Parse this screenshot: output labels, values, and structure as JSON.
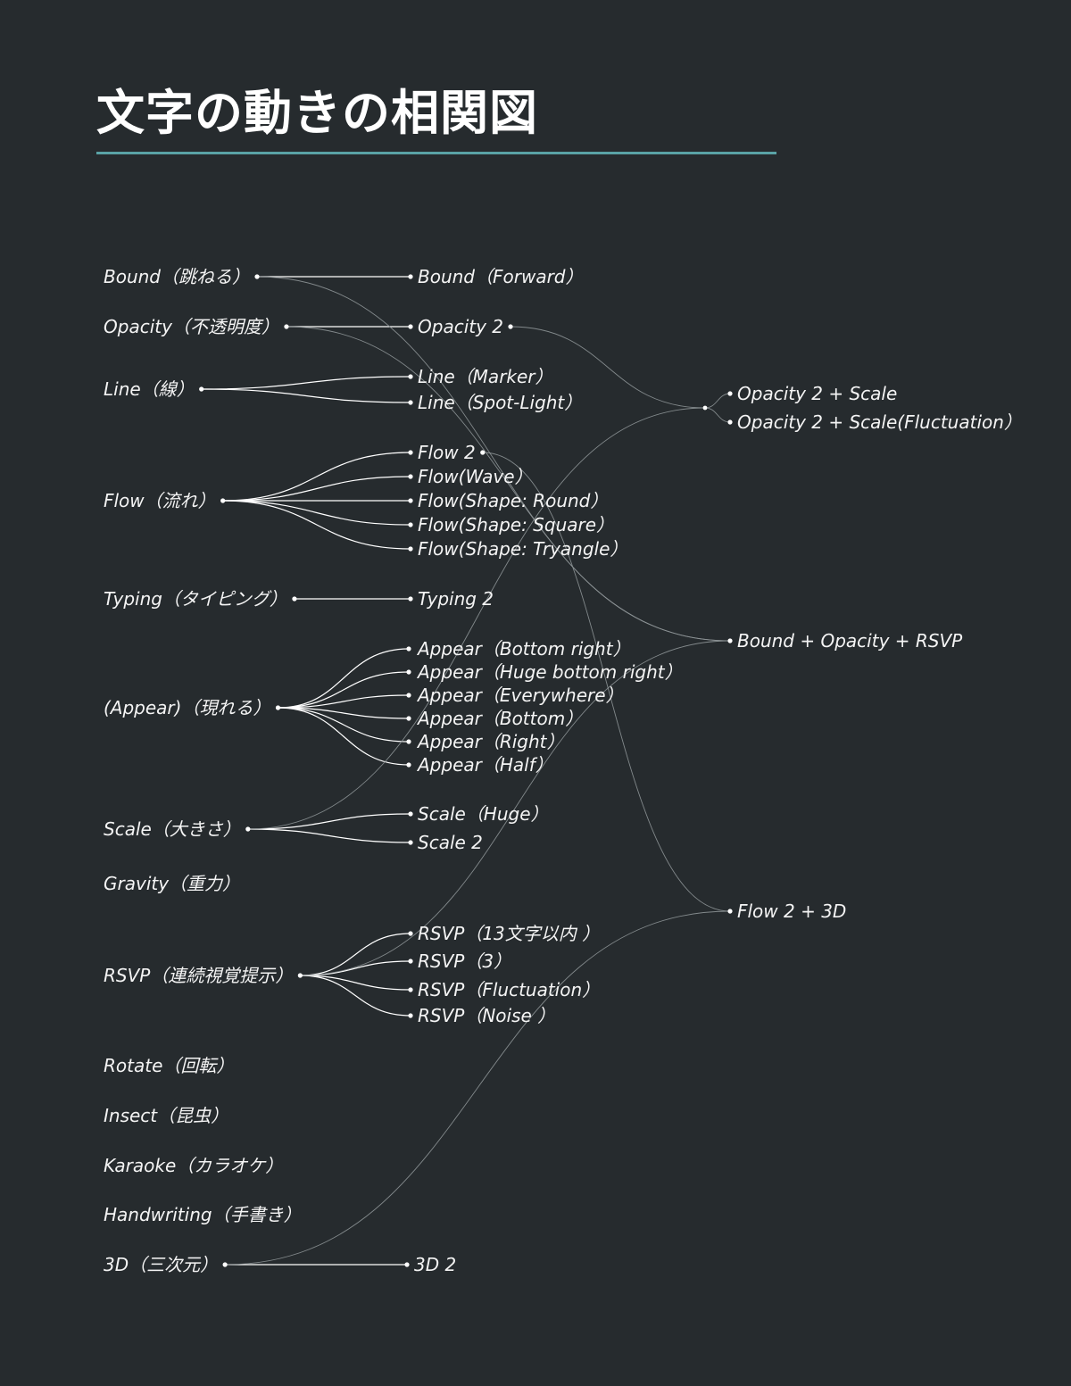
{
  "title": "文字の動きの相関図",
  "colors": {
    "background": "#262b2e",
    "accent_rule": "#5aa3a6",
    "text": "#f4f4f4"
  },
  "nodes": {
    "bound": "Bound（跳ねる）",
    "opacity": "Opacity（不透明度）",
    "line": "Line（線）",
    "flow": "Flow（流れ）",
    "typing": "Typing（タイピング）",
    "appear": "(Appear)（現れる）",
    "scale": "Scale（大きさ）",
    "gravity": "Gravity（重力）",
    "rsvp": "RSVP（連続視覚提示）",
    "rotate": "Rotate（回転）",
    "insect": "Insect（昆虫）",
    "karaoke": "Karaoke（カラオケ）",
    "handwriting": "Handwriting（手書き）",
    "threed": "3D（三次元）",
    "bound_fwd": "Bound（Forward）",
    "opacity2": "Opacity 2",
    "line_marker": "Line（Marker）",
    "line_spot": "Line（Spot-Light）",
    "flow2": "Flow 2",
    "flow_wave": "Flow(Wave）",
    "flow_round": "Flow(Shape: Round）",
    "flow_square": "Flow(Shape: Square）",
    "flow_tri": "Flow(Shape: Tryangle）",
    "typing2": "Typing 2",
    "ap_br": "Appear（Bottom right）",
    "ap_hbr": "Appear（Huge bottom right）",
    "ap_ev": "Appear（Everywhere）",
    "ap_b": "Appear（Bottom）",
    "ap_r": "Appear（Right）",
    "ap_h": "Appear（Half）",
    "scale_huge": "Scale（Huge）",
    "scale2": "Scale 2",
    "rsvp_13": "RSVP（13文字以内 ）",
    "rsvp_3": "RSVP（3）",
    "rsvp_fl": "RSVP（Fluctuation）",
    "rsvp_noise": "RSVP（Noise ）",
    "threed2": "3D 2",
    "op_scale": "Opacity 2 + Scale",
    "op_scale_fl": "Opacity 2 + Scale(Fluctuation）",
    "bor": "Bound + Opacity + RSVP",
    "flow3d": "Flow 2 + 3D"
  }
}
